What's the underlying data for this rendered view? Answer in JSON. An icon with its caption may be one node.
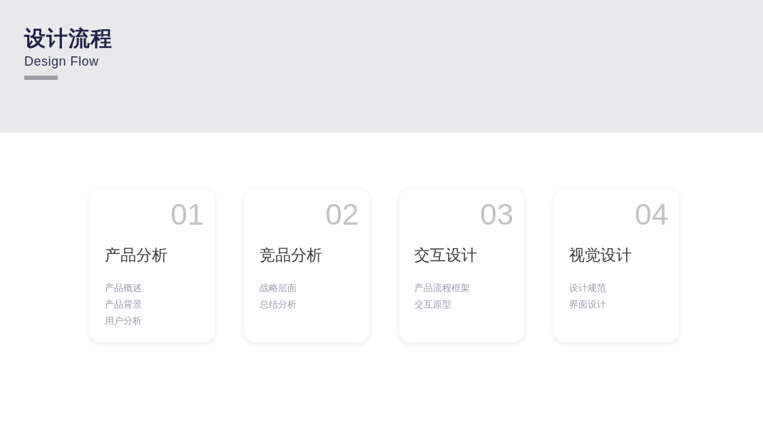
{
  "diagram": {
    "title": "设计流程",
    "labels": [
      "Design Flow"
    ],
    "nodes": [
      {
        "text": [
          "01",
          "产品分析",
          "产品概述",
          "产品背景",
          "用户分析"
        ]
      },
      {
        "text": [
          "02",
          "竞品分析",
          "战略层面",
          "总结分析"
        ]
      },
      {
        "text": [
          "03",
          "交互设计",
          "产品流程框架",
          "交互原型"
        ]
      },
      {
        "text": [
          "04",
          "视觉设计",
          "设计规范",
          "界面设计"
        ]
      }
    ]
  }
}
